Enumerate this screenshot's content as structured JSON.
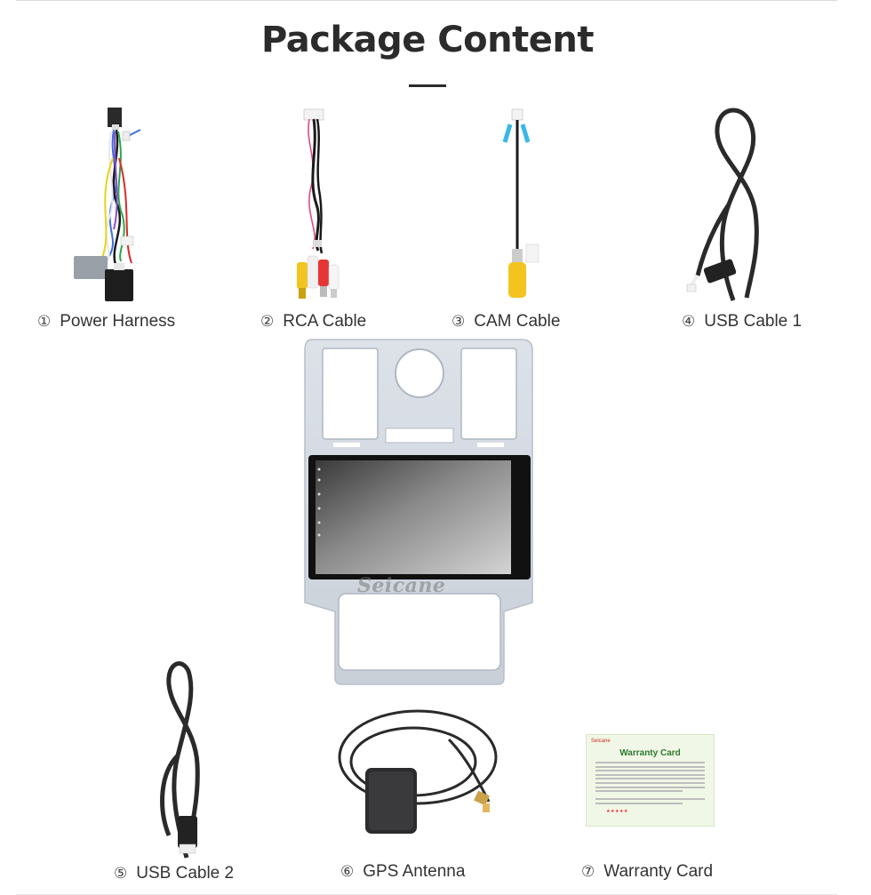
{
  "page": {
    "title": "Package Content"
  },
  "items": [
    {
      "num": "①",
      "label": "Power Harness"
    },
    {
      "num": "②",
      "label": "RCA Cable"
    },
    {
      "num": "③",
      "label": "CAM Cable"
    },
    {
      "num": "④",
      "label": "USB Cable 1"
    },
    {
      "num": "⑤",
      "label": "USB Cable 2"
    },
    {
      "num": "⑥",
      "label": "GPS Antenna"
    },
    {
      "num": "⑦",
      "label": "Warranty Card"
    }
  ],
  "watermark": "Seicane",
  "warranty_card": {
    "brand": "Seicane",
    "title": "Warranty Card"
  },
  "colors": {
    "title": "#2b2b2b",
    "label": "#333333",
    "bezel": "#d4d9e0",
    "card_title": "#2e7a2e"
  }
}
